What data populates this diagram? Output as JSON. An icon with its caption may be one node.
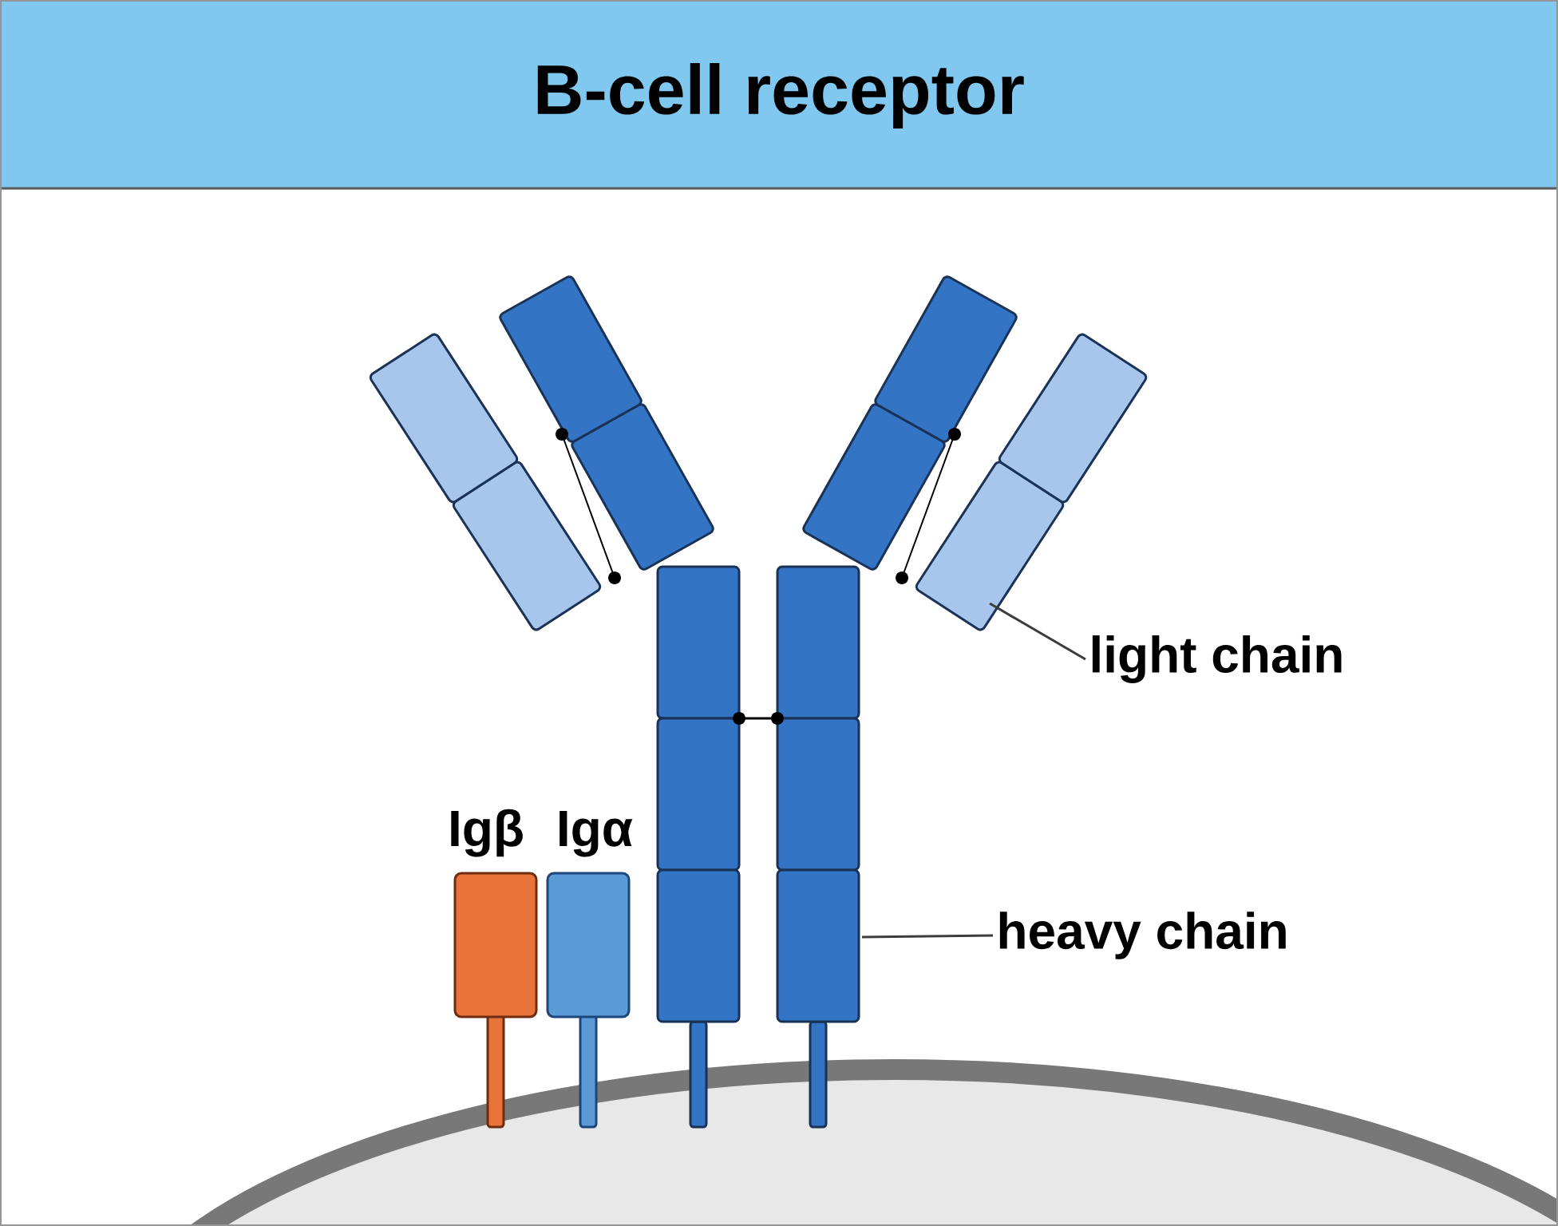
{
  "diagram": {
    "title": "B-cell receptor",
    "nodes": [
      {
        "text": [
          "Igβ"
        ]
      },
      {
        "text": [
          "Igα"
        ]
      },
      {
        "text": [
          "light chain"
        ]
      },
      {
        "text": [
          "heavy chain"
        ]
      }
    ],
    "edges": [
      {
        "from": 2,
        "to": null,
        "arrow": "none"
      },
      {
        "from": 3,
        "to": null,
        "arrow": "none"
      }
    ]
  }
}
